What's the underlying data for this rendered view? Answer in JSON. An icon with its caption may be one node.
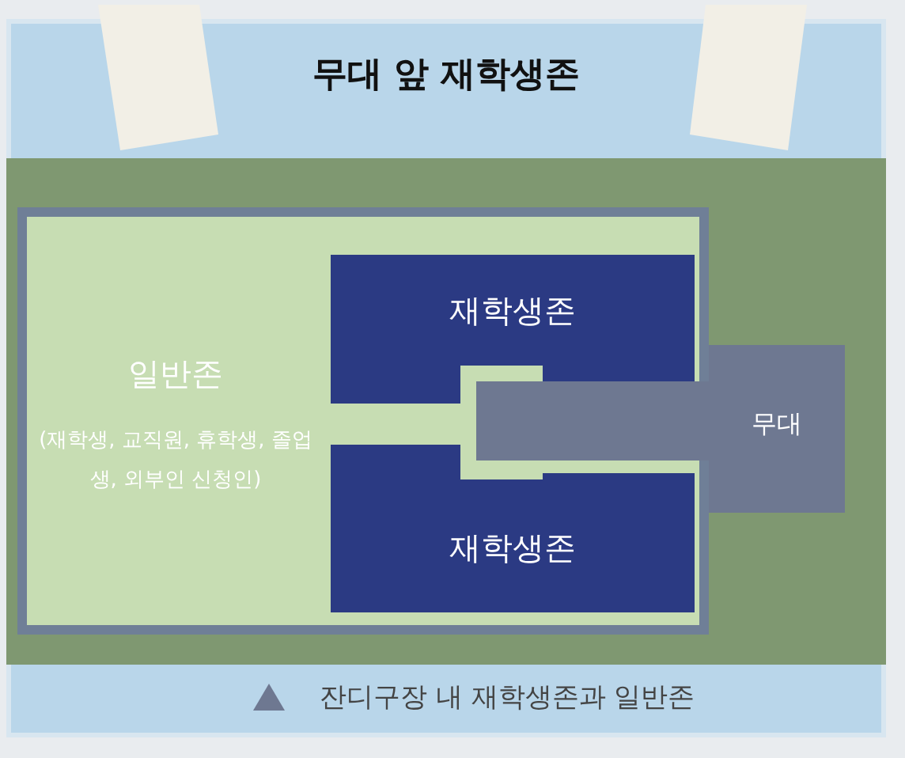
{
  "diagram": {
    "nodes": [
      {
        "text": [
          "무대 앞 재학생존"
        ]
      },
      {
        "text": [
          "일반존",
          "(재학생, 교직원, 휴학생, 졸업생, 외부인 신청인)"
        ],
        "in": 0
      },
      {
        "text": [
          "재학생존"
        ],
        "in": 1
      },
      {
        "text": [
          "재학생존"
        ],
        "in": 1
      },
      {
        "text": [
          "무대"
        ],
        "in": 0
      }
    ],
    "edges": [],
    "caption": "잔디구장 내 재학생존과 일반존"
  }
}
